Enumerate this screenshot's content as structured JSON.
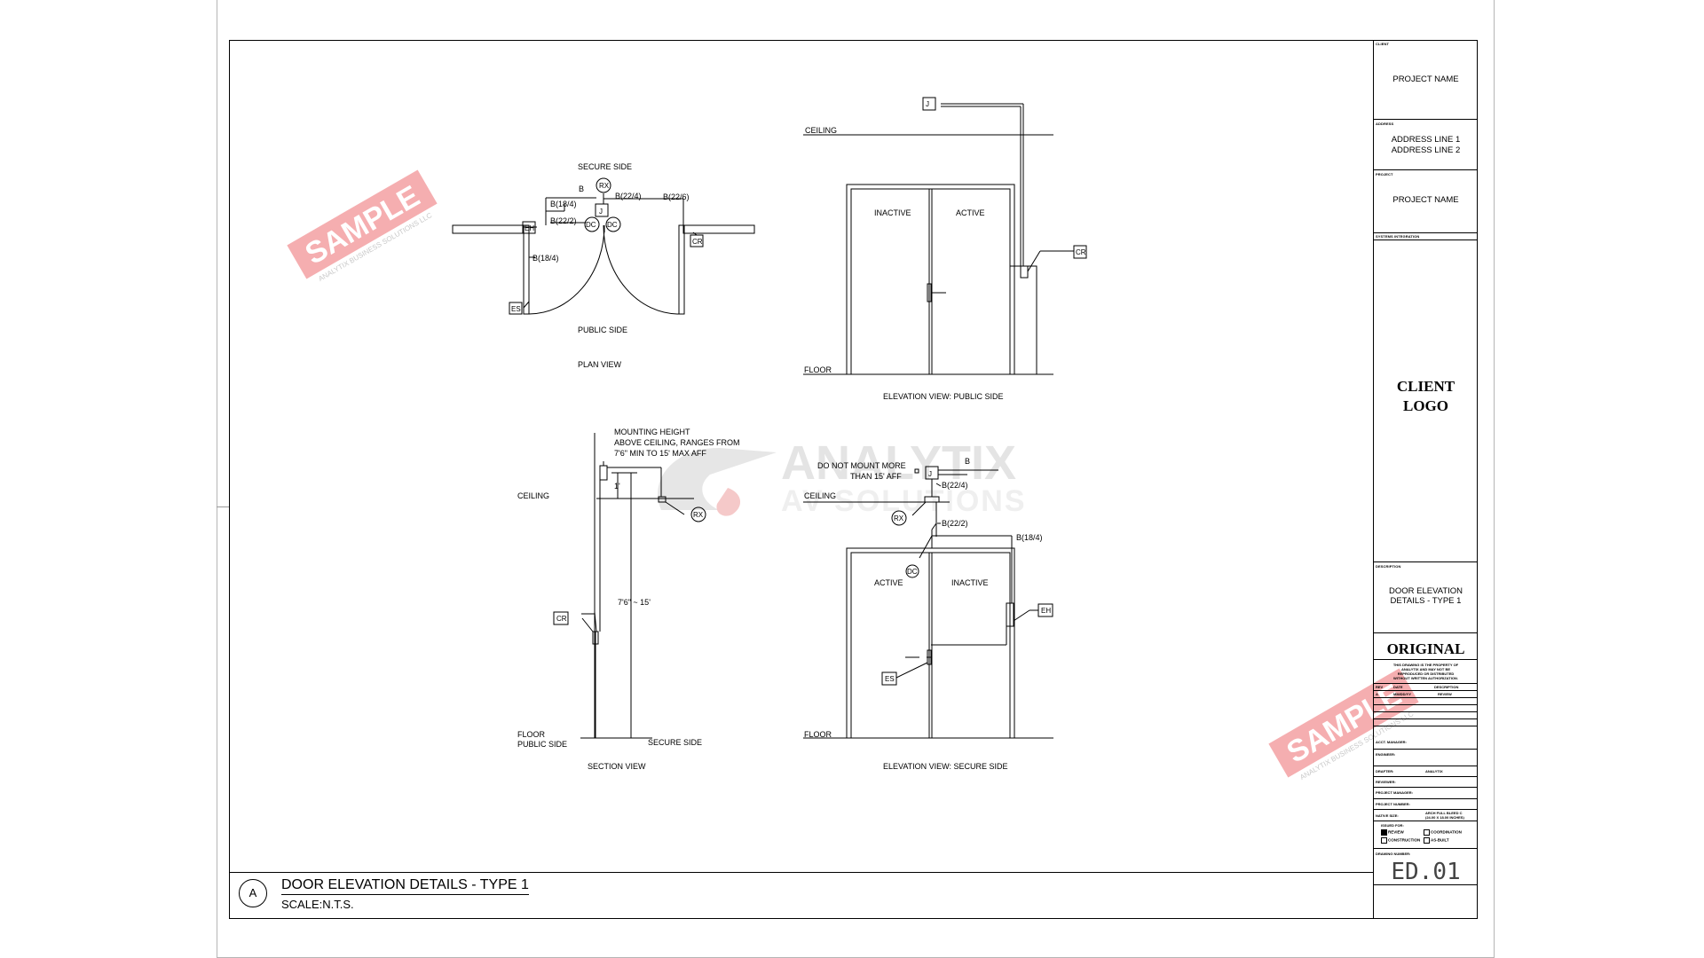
{
  "plan_view": {
    "secure_side": "SECURE SIDE",
    "public_side": "PUBLIC SIDE",
    "title": "PLAN VIEW",
    "b": "B",
    "rx": "RX",
    "b224": "B(22/4)",
    "b226": "B(22/6)",
    "b184_top": "B(18/4)",
    "j": "J",
    "b222": "B(22/2)",
    "dc1": "DC",
    "dc2": "DC",
    "eh": "EH",
    "cr": "CR",
    "b184_side": "B(18/4)",
    "es": "ES"
  },
  "elevation_public": {
    "j": "J",
    "ceiling": "CEILING",
    "inactive": "INACTIVE",
    "active": "ACTIVE",
    "cr": "CR",
    "floor": "FLOOR",
    "title": "ELEVATION VIEW: PUBLIC SIDE"
  },
  "section_view": {
    "mount_line1": "MOUNTING HEIGHT",
    "mount_line2": "ABOVE CEILING, RANGES FROM",
    "mount_line3": "7'6\" MIN TO 15' MAX AFF",
    "one_ft": "1'",
    "ceiling": "CEILING",
    "rx": "RX",
    "height": "7'6\" ~ 15'",
    "cr": "CR",
    "floor": "FLOOR",
    "public_side": "PUBLIC SIDE",
    "secure_side": "SECURE SIDE",
    "title": "SECTION VIEW"
  },
  "elevation_secure": {
    "warn1": "DO NOT MOUNT MORE",
    "warn2": "THAN 15' AFF",
    "j": "J",
    "b": "B",
    "b224": "B(22/4)",
    "ceiling": "CEILING",
    "rx": "RX",
    "b222": "B(22/2)",
    "b184": "B(18/4)",
    "dc": "DC",
    "active": "ACTIVE",
    "inactive": "INACTIVE",
    "eh": "EH",
    "es": "ES",
    "floor": "FLOOR",
    "title": "ELEVATION VIEW: SECURE SIDE"
  },
  "watermark": {
    "sample": "SAMPLE",
    "sample_sub": "ANALYTIX BUSINESS SOLUTIONS LLC",
    "brand1": "ANALYTIX",
    "brand2": "AV SOLUTIONS"
  },
  "title_block": {
    "client_label": "CLIENT",
    "client_name": "PROJECT NAME",
    "address_label": "ADDRESS",
    "address_line1": "ADDRESS LINE 1",
    "address_line2": "ADDRESS LINE 2",
    "project_label": "PROJECT",
    "project_name": "PROJECT NAME",
    "si_label": "SYSTEMS INTEGRATION",
    "logo_line1": "CLIENT",
    "logo_line2": "LOGO",
    "desc_label": "DESCRIPTION",
    "desc_line1": "DOOR ELEVATION",
    "desc_line2": "DETAILS - TYPE 1",
    "original": "ORIGINAL",
    "note1": "THIS DRAWING IS THE PROPERTY OF",
    "note2": "ANALYTIX AND MAY NOT BE",
    "note3": "REPRODUCED OR DISTRIBUTED",
    "note4": "WITHOUT WRITTEN AUTHORIZATION.",
    "rev_h1": "REV",
    "rev_h2": "DATE",
    "rev_h3": "DESCRIPTION",
    "rev_r1": "A",
    "rev_r2": "MM/DD/YY",
    "rev_r3": "REVIEW",
    "acct": "ACCT. MANAGER:",
    "engineer": "ENGINEER:",
    "drafter": "DRAFTER:",
    "drafter_val": "ANALYTIX",
    "reviewer": "REVIEWER:",
    "pm": "PROJECT MANAGER:",
    "pn": "PROJECT NUMBER:",
    "native": "NATIVE SIZE:",
    "native_val1": "ARCH FULL BLEED C",
    "native_val2": "(24.00 X 18.00 INCHES)",
    "issued": "ISSUED FOR:",
    "review": "REVIEW",
    "coordination": "COORDINATION",
    "construction": "CONSTRUCTION",
    "asbuilt": "AS-BUILT",
    "dwg_label": "DRAWING NUMBER:",
    "dwg_number": "ED.01"
  },
  "drawing_title": {
    "letter": "A",
    "title": "DOOR ELEVATION DETAILS - TYPE 1",
    "scale": "SCALE:N.T.S."
  }
}
